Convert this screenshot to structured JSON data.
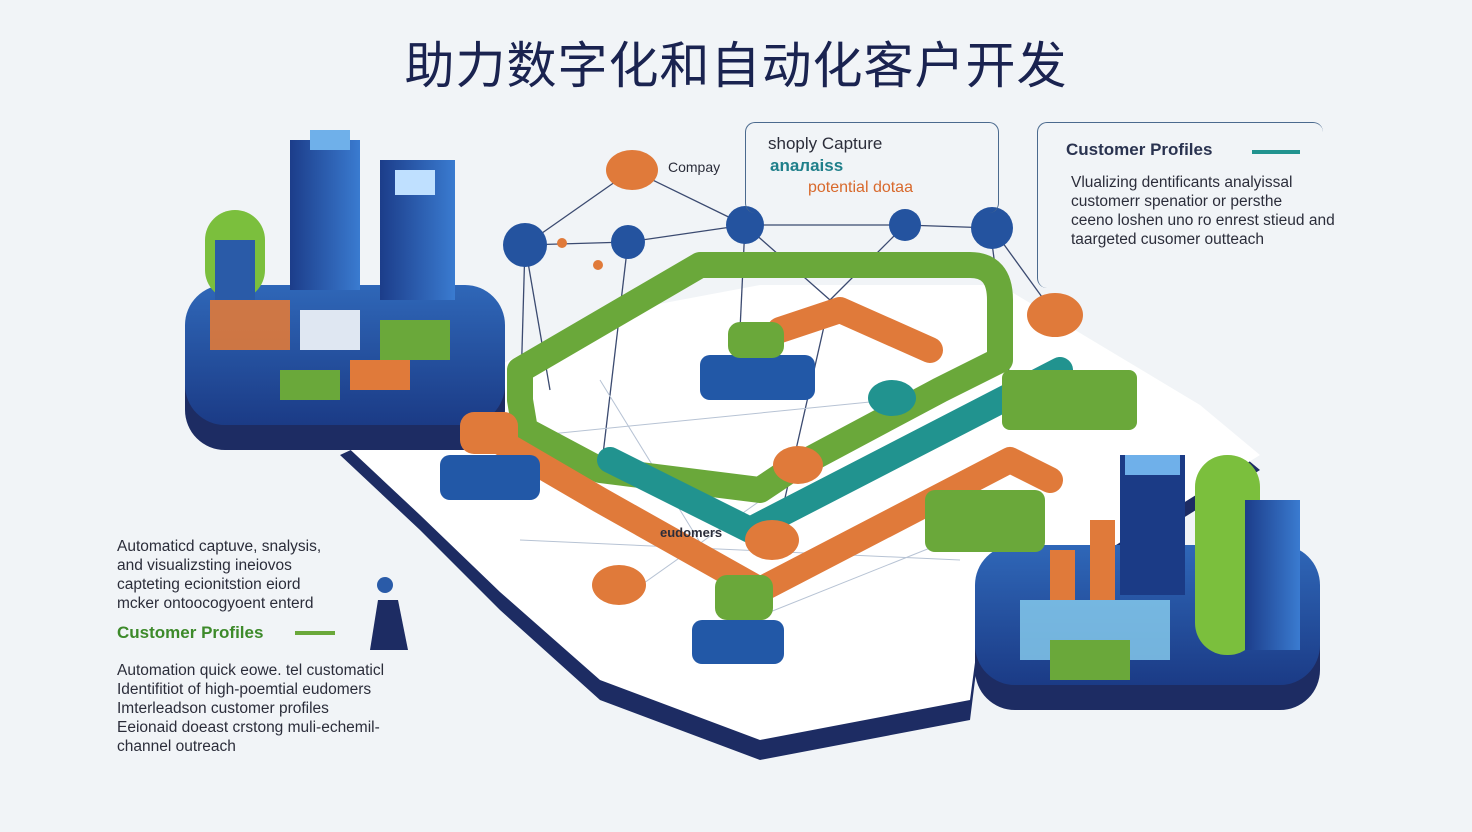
{
  "title": "助力数字化和自动化客户开发",
  "callout_top": {
    "line1": "shoply  Capture",
    "line2": "anaлaiss",
    "line3": "potential dotaa"
  },
  "label_company": "Compay",
  "label_customers": "eudomers",
  "right_panel": {
    "heading": "Customer Profiles",
    "lines": [
      "Vlualizing dentificants analyissal",
      "customerr spenatior or persthe",
      "ceeno loshen uno ro enrest stieud and",
      "taargeted cusomer outteach"
    ]
  },
  "left_panel": {
    "lines": [
      "Automaticd captuve, snalysis,",
      "and visualizsting ineiovos",
      "capteting ecionitstion eiord",
      "mcker ontoocogyoent enterd"
    ],
    "heading": "Customer Profiles",
    "lines2": [
      "Automation quick eowe. tel customaticl",
      "Identifitiot of high-poemtial eudomers",
      "Imterleadson customer profiles",
      "Eeionaid doeast crstong muli-echemil-",
      "channel outreach"
    ]
  },
  "colors": {
    "navy": "#1d2c63",
    "blue": "#2a5ba8",
    "green": "#6aa83a",
    "orange": "#e07a3a",
    "teal": "#21938f"
  }
}
